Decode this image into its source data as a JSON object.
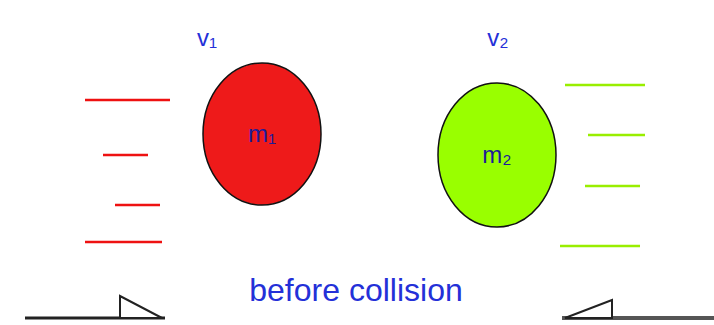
{
  "diagram": {
    "nodes": [
      {
        "text": [
          "m₁"
        ]
      },
      {
        "text": [
          "m₂"
        ]
      }
    ],
    "labels": [
      "v₁",
      "v₂",
      "before collision"
    ]
  }
}
